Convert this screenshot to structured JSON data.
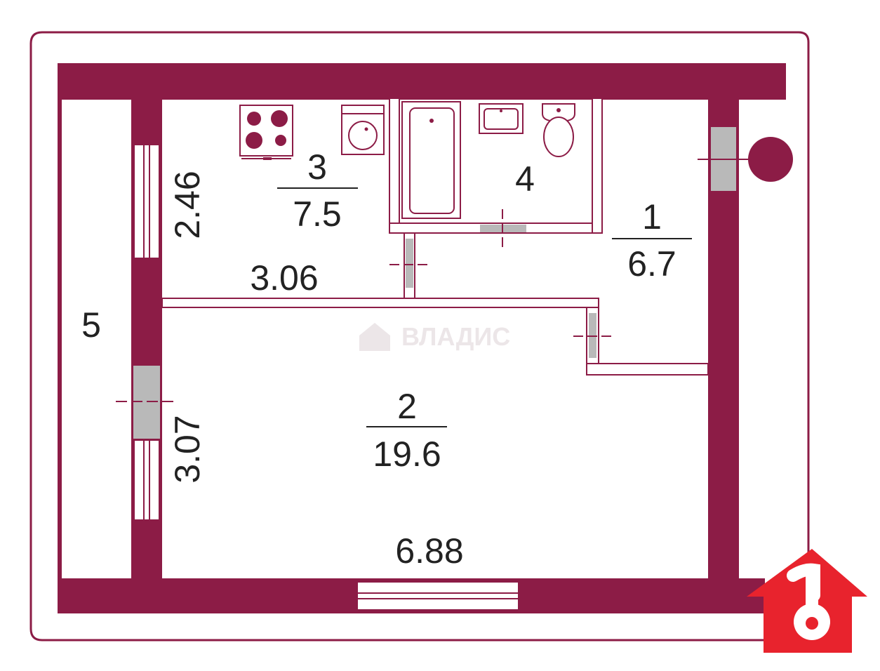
{
  "colors": {
    "wall": "#8c1c46",
    "outline": "#8c1c46",
    "door_block": "#b9b9b9",
    "text": "#222222",
    "logo": "#e8232d",
    "watermark": "#ece6e8"
  },
  "rooms": [
    {
      "number": "1",
      "area": "6.7"
    },
    {
      "number": "2",
      "area": "19.6"
    },
    {
      "number": "3",
      "area": "7.5"
    },
    {
      "number": "4",
      "area": ""
    },
    {
      "number": "5",
      "area": ""
    }
  ],
  "dimensions": {
    "kitchen_width": "3.06",
    "kitchen_depth": "2.46",
    "room_depth": "3.07",
    "room_width": "6.88"
  },
  "watermark": {
    "text": "ВЛАДИС"
  },
  "icons": {
    "stove": "stove-icon",
    "washer": "washing-machine-icon",
    "bathtub": "bathtub-icon",
    "sink": "sink-icon",
    "toilet": "toilet-icon",
    "riser": "riser-pipe-icon",
    "logo": "house-key-logo-icon"
  }
}
